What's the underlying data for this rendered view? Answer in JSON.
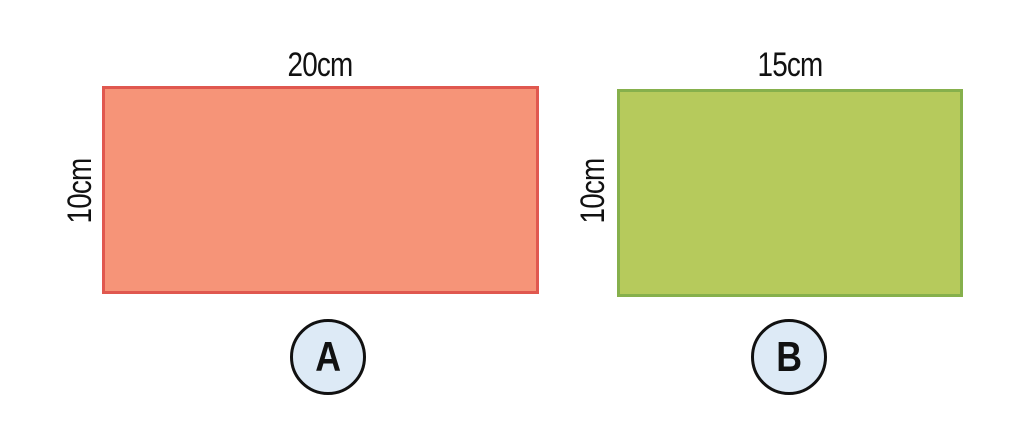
{
  "shapes": {
    "a": {
      "width_label": "20cm",
      "height_label": "10cm",
      "badge_label": "A",
      "fill_color": "#F69478",
      "border_color": "#E0584F"
    },
    "b": {
      "width_label": "15cm",
      "height_label": "10cm",
      "badge_label": "B",
      "fill_color": "#B6CA5C",
      "border_color": "#86B04C"
    }
  },
  "colors": {
    "badge_fill": "#DDEAF6",
    "text": "#111111"
  }
}
